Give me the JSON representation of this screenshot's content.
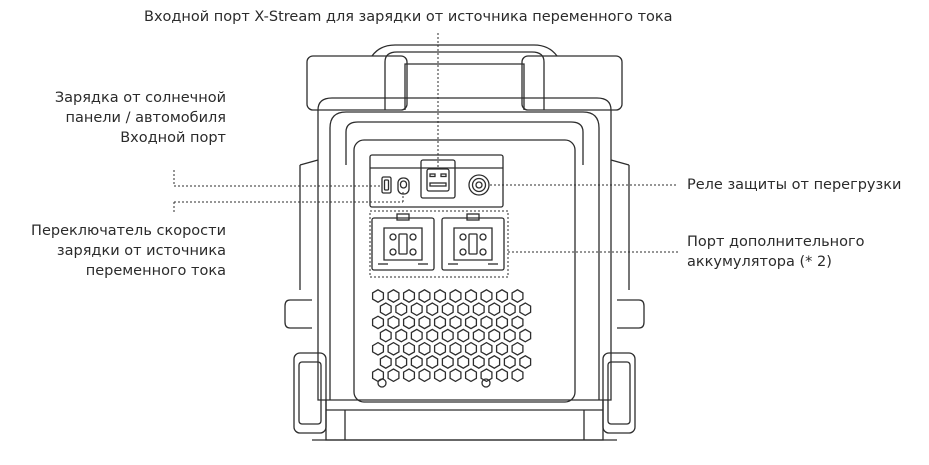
{
  "labels": {
    "top": "Входной порт X-Stream для зарядки от источника переменного тока",
    "solar": [
      "Зарядка от солнечной",
      "панели / автомобиля",
      "Входной порт"
    ],
    "switch": [
      "Переключатель скорости",
      "зарядки от источника",
      "переменного тока"
    ],
    "relay": "Реле защиты от перегрузки",
    "battery_port": [
      "Порт дополнительного",
      "аккумулятора (* 2)"
    ]
  }
}
